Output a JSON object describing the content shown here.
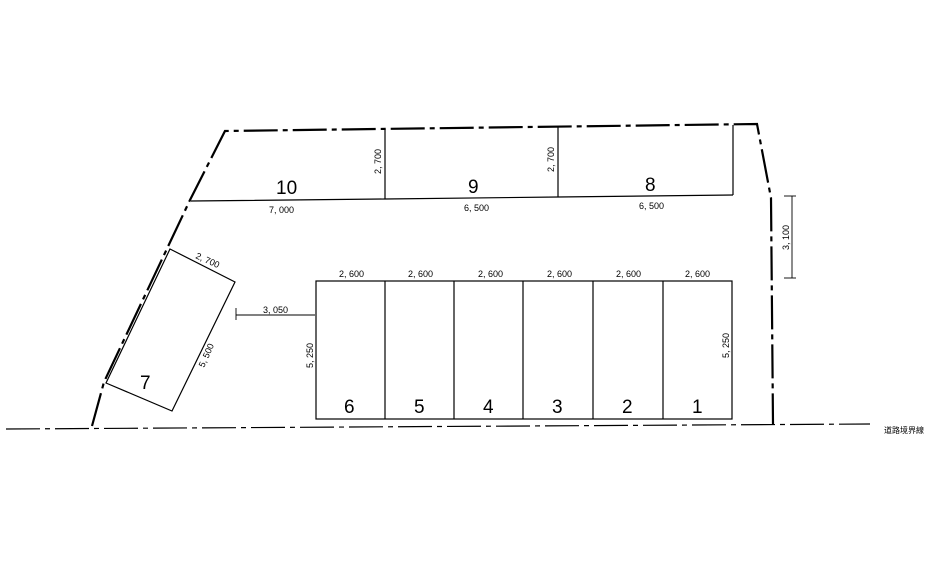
{
  "spaces": {
    "s1": "1",
    "s2": "2",
    "s3": "3",
    "s4": "4",
    "s5": "5",
    "s6": "6",
    "s7": "7",
    "s8": "8",
    "s9": "9",
    "s10": "10"
  },
  "dims": {
    "w2600_1": "2, 600",
    "w2600_2": "2, 600",
    "w2600_3": "2, 600",
    "w2600_4": "2, 600",
    "w2600_5": "2, 600",
    "w2600_6": "2, 600",
    "depth5250_left": "5, 250",
    "depth5250_right": "5, 250",
    "gap3050": "3, 050",
    "gap3100": "3, 100",
    "w7000": "7, 000",
    "w6500_a": "6, 500",
    "w6500_b": "6, 500",
    "h2700_a": "2, 700",
    "h2700_b": "2, 700",
    "s7_width": "2, 700",
    "s7_length": "5, 500"
  },
  "road_boundary_label": "道路境界線"
}
